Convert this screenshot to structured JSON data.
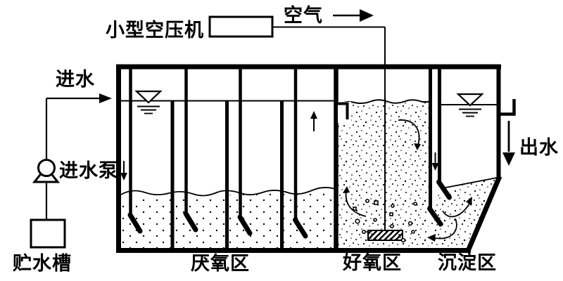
{
  "figure": {
    "type": "process-flow-diagram",
    "background_color": "#ffffff",
    "ink_color": "#000000"
  },
  "labels": {
    "compressor": "小型空压机",
    "air": "空气",
    "influent": "进水",
    "influent_pump": "进水泵",
    "storage_tank": "贮水槽",
    "anaerobic_zone": "厌氧区",
    "aerobic_zone": "好氧区",
    "sedimentation_zone": "沉淀区",
    "effluent": "出水"
  }
}
